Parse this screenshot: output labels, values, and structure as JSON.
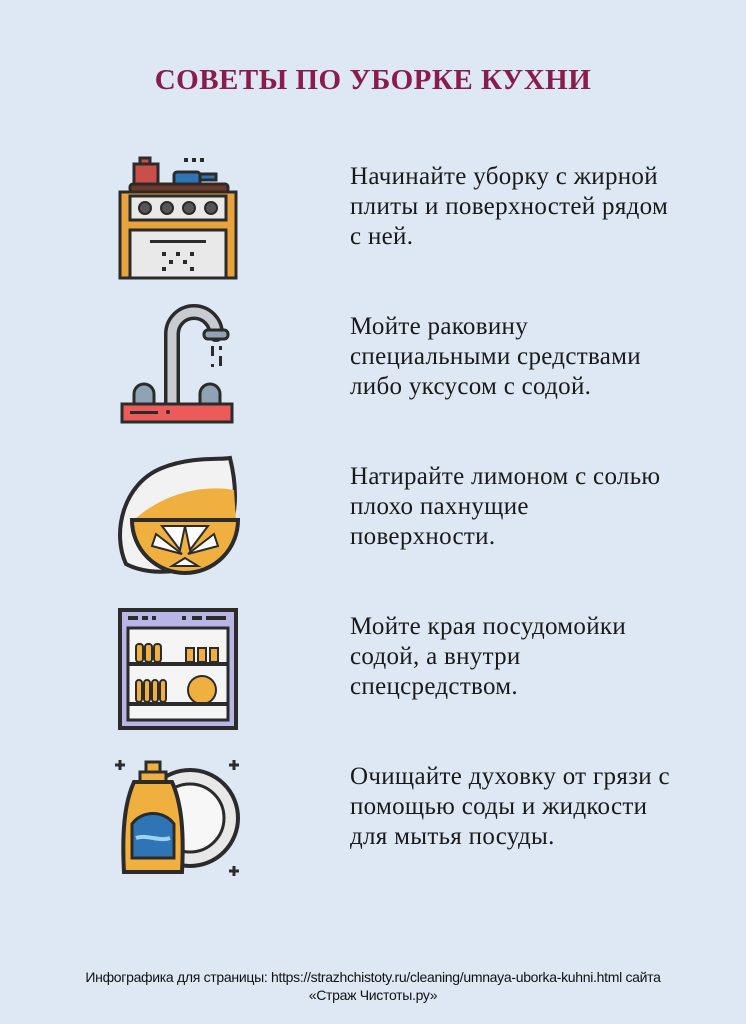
{
  "title": "СОВЕТЫ ПО УБОРКЕ КУХНИ",
  "tips": [
    {
      "icon": "stove-icon",
      "text": "Начинайте уборку с жирной плиты и поверхностей рядом с ней."
    },
    {
      "icon": "faucet-icon",
      "text": "Мойте раковину специальными средствами либо уксусом с содой."
    },
    {
      "icon": "lemon-icon",
      "text": "Натирайте лимоном с солью плохо пахнущие поверхности."
    },
    {
      "icon": "dishwasher-icon",
      "text": "Мойте края посудомойки содой, а внутри спецсредством."
    },
    {
      "icon": "detergent-icon",
      "text": "Очищайте духовку от грязи с помощью соды и жидкости для мытья посуды."
    }
  ],
  "footer": {
    "line1": "Инфографика для страницы: https://strazhchistoty.ru/cleaning/umnaya-uborka-kuhni.html сайта",
    "line2": "«Страж Чистоты.ру»"
  },
  "colors": {
    "background": "#dde8f4",
    "title": "#8a1c4c"
  }
}
